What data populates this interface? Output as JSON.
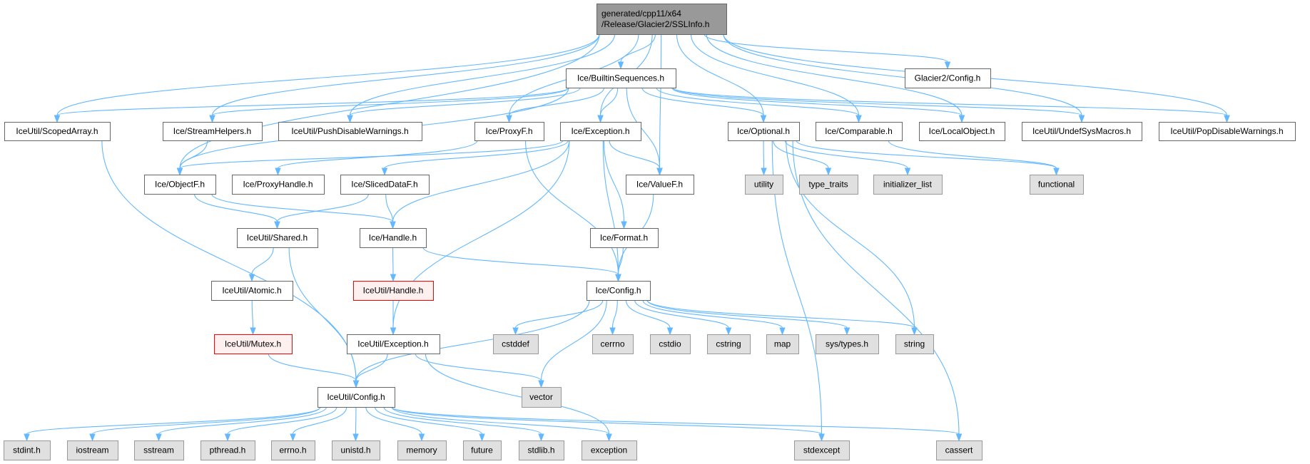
{
  "title": "generated/cpp11/x64/Release/Glacier2/SSLInfo.h",
  "colors": {
    "edge": "#63b8ff",
    "root_fill": "#999999",
    "root_border": "#666666",
    "normal_fill": "#ffffff",
    "normal_border": "#666666",
    "system_fill": "#e0e0e0",
    "system_border": "#999999",
    "missing_fill": "#fff0f0",
    "missing_border": "#ff0000"
  },
  "nodes": [
    {
      "id": "root",
      "lines": [
        "generated/cpp11/x64",
        "/Release/Glacier2/SSLInfo.h"
      ],
      "kind": "root"
    },
    {
      "id": "builtin",
      "lines": [
        "Ice/BuiltinSequences.h"
      ],
      "kind": "normal"
    },
    {
      "id": "glacierconfig",
      "lines": [
        "Glacier2/Config.h"
      ],
      "kind": "normal"
    },
    {
      "id": "scopedarray",
      "lines": [
        "IceUtil/ScopedArray.h"
      ],
      "kind": "normal"
    },
    {
      "id": "streamhelpers",
      "lines": [
        "Ice/StreamHelpers.h"
      ],
      "kind": "normal"
    },
    {
      "id": "pushdisable",
      "lines": [
        "IceUtil/PushDisableWarnings.h"
      ],
      "kind": "normal"
    },
    {
      "id": "proxyf",
      "lines": [
        "Ice/ProxyF.h"
      ],
      "kind": "normal"
    },
    {
      "id": "exception_ice",
      "lines": [
        "Ice/Exception.h"
      ],
      "kind": "normal"
    },
    {
      "id": "optional",
      "lines": [
        "Ice/Optional.h"
      ],
      "kind": "normal"
    },
    {
      "id": "comparable",
      "lines": [
        "Ice/Comparable.h"
      ],
      "kind": "normal"
    },
    {
      "id": "localobject",
      "lines": [
        "Ice/LocalObject.h"
      ],
      "kind": "normal"
    },
    {
      "id": "undefsys",
      "lines": [
        "IceUtil/UndefSysMacros.h"
      ],
      "kind": "normal"
    },
    {
      "id": "popdisable",
      "lines": [
        "IceUtil/PopDisableWarnings.h"
      ],
      "kind": "normal"
    },
    {
      "id": "objectf",
      "lines": [
        "Ice/ObjectF.h"
      ],
      "kind": "normal"
    },
    {
      "id": "proxyhandle",
      "lines": [
        "Ice/ProxyHandle.h"
      ],
      "kind": "normal"
    },
    {
      "id": "sliceddataf",
      "lines": [
        "Ice/SlicedDataF.h"
      ],
      "kind": "normal"
    },
    {
      "id": "valuef",
      "lines": [
        "Ice/ValueF.h"
      ],
      "kind": "normal"
    },
    {
      "id": "utility",
      "lines": [
        "utility"
      ],
      "kind": "system"
    },
    {
      "id": "type_traits",
      "lines": [
        "type_traits"
      ],
      "kind": "system"
    },
    {
      "id": "initializer_list",
      "lines": [
        "initializer_list"
      ],
      "kind": "system"
    },
    {
      "id": "functional",
      "lines": [
        "functional"
      ],
      "kind": "system"
    },
    {
      "id": "shared",
      "lines": [
        "IceUtil/Shared.h"
      ],
      "kind": "normal"
    },
    {
      "id": "handle_ice",
      "lines": [
        "Ice/Handle.h"
      ],
      "kind": "normal"
    },
    {
      "id": "format",
      "lines": [
        "Ice/Format.h"
      ],
      "kind": "normal"
    },
    {
      "id": "atomic",
      "lines": [
        "IceUtil/Atomic.h"
      ],
      "kind": "normal"
    },
    {
      "id": "handle_util",
      "lines": [
        "IceUtil/Handle.h"
      ],
      "kind": "missing"
    },
    {
      "id": "config_ice",
      "lines": [
        "Ice/Config.h"
      ],
      "kind": "normal"
    },
    {
      "id": "mutex",
      "lines": [
        "IceUtil/Mutex.h"
      ],
      "kind": "missing"
    },
    {
      "id": "exception_util",
      "lines": [
        "IceUtil/Exception.h"
      ],
      "kind": "normal"
    },
    {
      "id": "cstddef",
      "lines": [
        "cstddef"
      ],
      "kind": "system"
    },
    {
      "id": "cerrno",
      "lines": [
        "cerrno"
      ],
      "kind": "system"
    },
    {
      "id": "cstdio",
      "lines": [
        "cstdio"
      ],
      "kind": "system"
    },
    {
      "id": "cstring",
      "lines": [
        "cstring"
      ],
      "kind": "system"
    },
    {
      "id": "map",
      "lines": [
        "map"
      ],
      "kind": "system"
    },
    {
      "id": "systypes",
      "lines": [
        "sys/types.h"
      ],
      "kind": "system"
    },
    {
      "id": "string",
      "lines": [
        "string"
      ],
      "kind": "system"
    },
    {
      "id": "config_util",
      "lines": [
        "IceUtil/Config.h"
      ],
      "kind": "normal"
    },
    {
      "id": "vector",
      "lines": [
        "vector"
      ],
      "kind": "system"
    },
    {
      "id": "stdint",
      "lines": [
        "stdint.h"
      ],
      "kind": "system"
    },
    {
      "id": "iostream",
      "lines": [
        "iostream"
      ],
      "kind": "system"
    },
    {
      "id": "sstream",
      "lines": [
        "sstream"
      ],
      "kind": "system"
    },
    {
      "id": "pthread",
      "lines": [
        "pthread.h"
      ],
      "kind": "system"
    },
    {
      "id": "errno",
      "lines": [
        "errno.h"
      ],
      "kind": "system"
    },
    {
      "id": "unistd",
      "lines": [
        "unistd.h"
      ],
      "kind": "system"
    },
    {
      "id": "memory",
      "lines": [
        "memory"
      ],
      "kind": "system"
    },
    {
      "id": "future",
      "lines": [
        "future"
      ],
      "kind": "system"
    },
    {
      "id": "stdlib",
      "lines": [
        "stdlib.h"
      ],
      "kind": "system"
    },
    {
      "id": "exception_std",
      "lines": [
        "exception"
      ],
      "kind": "system"
    },
    {
      "id": "stdexcept",
      "lines": [
        "stdexcept"
      ],
      "kind": "system"
    },
    {
      "id": "cassert",
      "lines": [
        "cassert"
      ],
      "kind": "system"
    }
  ],
  "edges": [
    [
      "root",
      "scopedarray"
    ],
    [
      "root",
      "objectf"
    ],
    [
      "root",
      "streamhelpers"
    ],
    [
      "root",
      "pushdisable"
    ],
    [
      "root",
      "proxyf"
    ],
    [
      "root",
      "exception_ice"
    ],
    [
      "root",
      "builtin"
    ],
    [
      "root",
      "valuef"
    ],
    [
      "root",
      "optional"
    ],
    [
      "root",
      "comparable"
    ],
    [
      "root",
      "localobject"
    ],
    [
      "root",
      "undefsys"
    ],
    [
      "root",
      "popdisable"
    ],
    [
      "root",
      "glacierconfig"
    ],
    [
      "builtin",
      "scopedarray"
    ],
    [
      "builtin",
      "streamhelpers"
    ],
    [
      "builtin",
      "pushdisable"
    ],
    [
      "builtin",
      "objectf"
    ],
    [
      "builtin",
      "proxyf"
    ],
    [
      "builtin",
      "exception_ice"
    ],
    [
      "builtin",
      "valuef"
    ],
    [
      "builtin",
      "optional"
    ],
    [
      "builtin",
      "comparable"
    ],
    [
      "builtin",
      "localobject"
    ],
    [
      "builtin",
      "undefsys"
    ],
    [
      "builtin",
      "popdisable"
    ],
    [
      "streamhelpers",
      "objectf"
    ],
    [
      "proxyf",
      "proxyhandle"
    ],
    [
      "proxyf",
      "config_ice"
    ],
    [
      "exception_ice",
      "objectf"
    ],
    [
      "exception_ice",
      "sliceddataf"
    ],
    [
      "exception_ice",
      "handle_ice"
    ],
    [
      "exception_ice",
      "valuef"
    ],
    [
      "exception_ice",
      "format"
    ],
    [
      "exception_ice",
      "config_ice"
    ],
    [
      "exception_ice",
      "exception_util"
    ],
    [
      "optional",
      "utility"
    ],
    [
      "optional",
      "type_traits"
    ],
    [
      "optional",
      "initializer_list"
    ],
    [
      "optional",
      "functional"
    ],
    [
      "optional",
      "string"
    ],
    [
      "optional",
      "stdexcept"
    ],
    [
      "optional",
      "cassert"
    ],
    [
      "comparable",
      "functional"
    ],
    [
      "scopedarray",
      "config_util"
    ],
    [
      "objectf",
      "shared"
    ],
    [
      "objectf",
      "handle_ice"
    ],
    [
      "sliceddataf",
      "shared"
    ],
    [
      "sliceddataf",
      "handle_ice"
    ],
    [
      "valuef",
      "config_ice"
    ],
    [
      "shared",
      "atomic"
    ],
    [
      "shared",
      "config_util"
    ],
    [
      "handle_ice",
      "handle_util"
    ],
    [
      "handle_ice",
      "config_ice"
    ],
    [
      "format",
      "config_ice"
    ],
    [
      "atomic",
      "mutex"
    ],
    [
      "mutex",
      "config_util"
    ],
    [
      "handle_util",
      "exception_util"
    ],
    [
      "exception_util",
      "config_util"
    ],
    [
      "exception_util",
      "vector"
    ],
    [
      "exception_util",
      "exception_std"
    ],
    [
      "config_ice",
      "config_util"
    ],
    [
      "config_ice",
      "cstddef"
    ],
    [
      "config_ice",
      "cerrno"
    ],
    [
      "config_ice",
      "cstdio"
    ],
    [
      "config_ice",
      "cstring"
    ],
    [
      "config_ice",
      "map"
    ],
    [
      "config_ice",
      "systypes"
    ],
    [
      "config_ice",
      "string"
    ],
    [
      "config_ice",
      "vector"
    ],
    [
      "config_util",
      "stdint"
    ],
    [
      "config_util",
      "iostream"
    ],
    [
      "config_util",
      "sstream"
    ],
    [
      "config_util",
      "pthread"
    ],
    [
      "config_util",
      "errno"
    ],
    [
      "config_util",
      "unistd"
    ],
    [
      "config_util",
      "memory"
    ],
    [
      "config_util",
      "future"
    ],
    [
      "config_util",
      "stdlib"
    ],
    [
      "config_util",
      "exception_std"
    ],
    [
      "config_util",
      "stdexcept"
    ],
    [
      "config_util",
      "cassert"
    ]
  ]
}
